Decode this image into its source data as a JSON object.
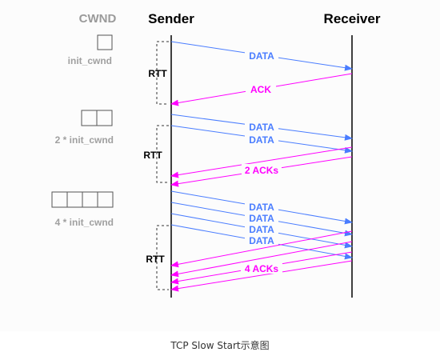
{
  "headers": {
    "cwnd": "CWND",
    "sender": "Sender",
    "receiver": "Receiver"
  },
  "cwnd_labels": [
    "init_cwnd",
    "2 * init_cwnd",
    "4 * init_cwnd"
  ],
  "rtt_label": "RTT",
  "rounds": [
    {
      "data_labels": [
        "DATA"
      ],
      "ack_label": "ACK"
    },
    {
      "data_labels": [
        "DATA",
        "DATA"
      ],
      "ack_label": "2 ACKs"
    },
    {
      "data_labels": [
        "DATA",
        "DATA",
        "DATA",
        "DATA"
      ],
      "ack_label": "4 ACKs"
    }
  ],
  "colors": {
    "data": "#4a7dff",
    "ack": "#ff00ff",
    "timeline": "#000000",
    "cwnd_box": "#555555",
    "rtt_bracket": "#333333"
  },
  "caption": "TCP Slow Start示意图"
}
